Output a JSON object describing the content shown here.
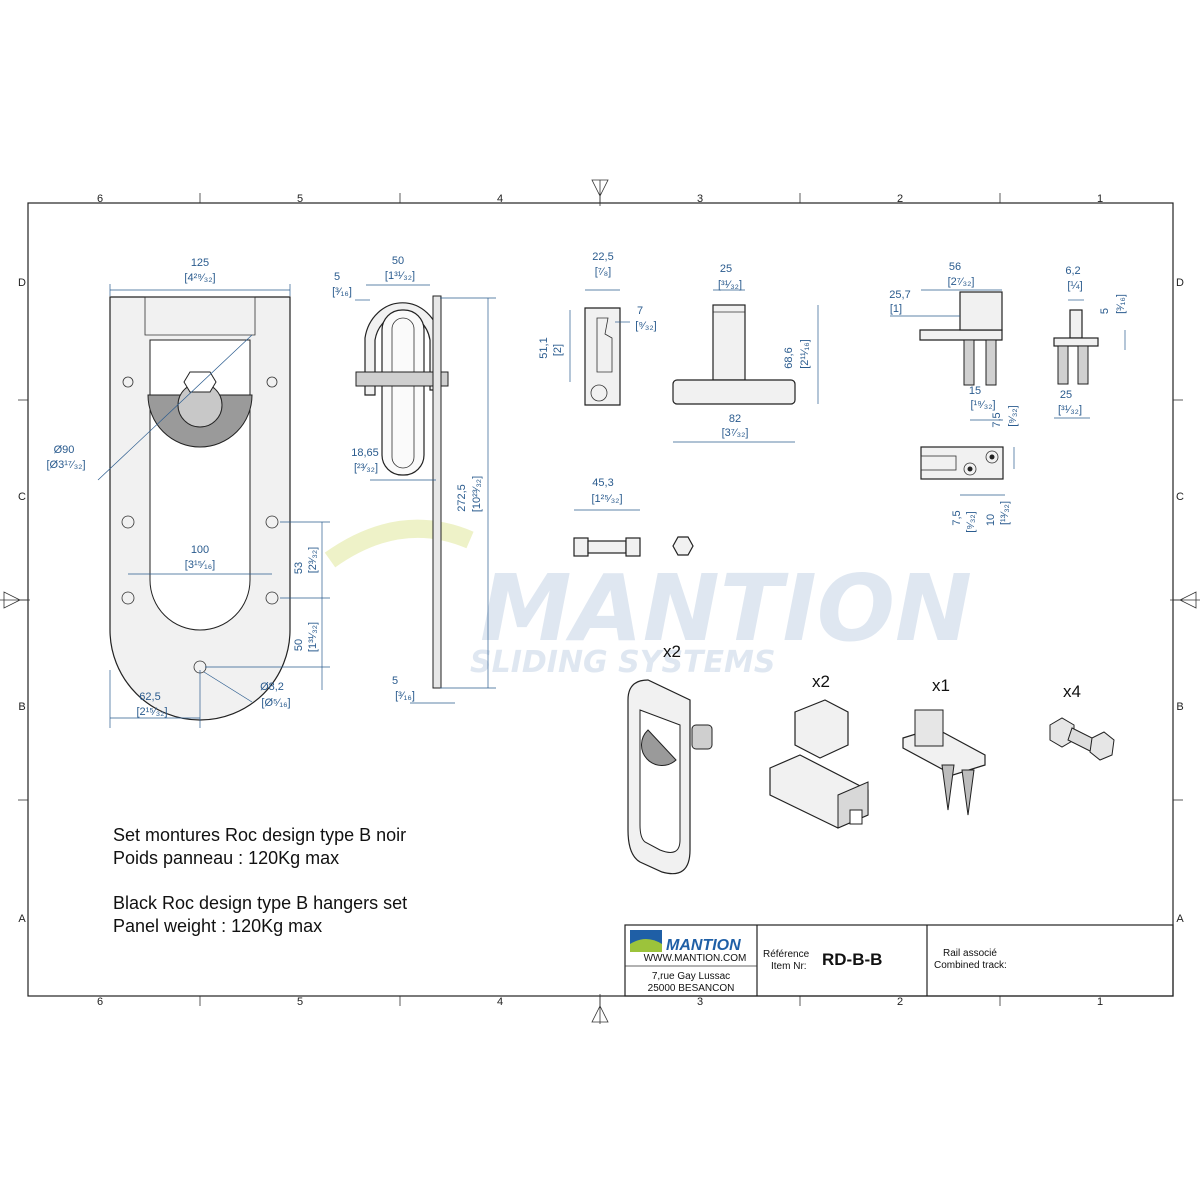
{
  "zones": {
    "columns": [
      "6",
      "5",
      "4",
      "3",
      "2",
      "1"
    ],
    "rows": [
      "D",
      "C",
      "B",
      "A"
    ]
  },
  "dims": {
    "w125": "125",
    "w125_in": "[4²⁹⁄₃₂]",
    "d90": "Ø90",
    "d90_in": "[Ø3¹⁷⁄₃₂]",
    "w100": "100",
    "w100_in": "[3¹⁵⁄₁₆]",
    "h53": "53",
    "h53_in": "[2³⁄₃₂]",
    "h50": "50",
    "h50_in": "[1³¹⁄₃₂]",
    "w62": "62,5",
    "w62_in": "[2¹⁵⁄₃₂]",
    "d82": "Ø8,2",
    "d82_in": "[Ø⁵⁄₁₆]",
    "s50": "50",
    "s50_in": "[1³¹⁄₃₂]",
    "s5": "5",
    "s5_in": "[³⁄₁₆]",
    "s1865": "18,65",
    "s1865_in": "[²³⁄₃₂]",
    "s2725": "272,5",
    "s2725_in": "[10²³⁄₃₂]",
    "s5b": "5",
    "s5b_in": "[³⁄₁₆]",
    "g225": "22,5",
    "g225_in": "[⁷⁄₈]",
    "g7": "7",
    "g7_in": "[⁹⁄₃₂]",
    "g511": "51,1",
    "g511_in": "[2]",
    "t25": "25",
    "t25_in": "[³¹⁄₃₂]",
    "t686": "68,6",
    "t686_in": "[2¹¹⁄₁₆]",
    "t82": "82",
    "t82_in": "[3⁷⁄₃₂]",
    "b453": "45,3",
    "b453_in": "[1²⁵⁄₃₂]",
    "p56": "56",
    "p56_in": "[2⁷⁄₃₂]",
    "p257": "25,7",
    "p257_in": "[1]",
    "p62": "6,2",
    "p62_in": "[¼]",
    "p5": "5",
    "p5_in": "[³⁄₁₆]",
    "p15": "15",
    "p15_in": "[¹⁹⁄₃₂]",
    "p75a": "7,5",
    "p75a_in": "[⁹⁄₃₂]",
    "p25": "25",
    "p25_in": "[³¹⁄₃₂]",
    "p75b": "7,5",
    "p75b_in": "[⁹⁄₃₂]",
    "p10": "10",
    "p10_in": "[¹³⁄₃₂]"
  },
  "quantities": {
    "hanger": "x2",
    "guide": "x2",
    "stop": "x1",
    "bolt": "x4"
  },
  "notes": {
    "fr_line1": "Set montures Roc design type B noir",
    "fr_line2": "Poids panneau : 120Kg max",
    "en_line1": "Black Roc design type B hangers set",
    "en_line2": "Panel weight : 120Kg max"
  },
  "watermark": {
    "brand": "MANTION",
    "tagline": "SLIDING SYSTEMS"
  },
  "title_block": {
    "logo": "MANTION",
    "website": "WWW.MANTION.COM",
    "address1": "7,rue Gay Lussac",
    "address2": "25000 BESANCON",
    "reference_fr": "Référence",
    "reference_en": "Item Nr:",
    "reference_value": "RD-B-B",
    "rail_fr": "Rail associé",
    "rail_en": "Combined track:"
  },
  "colors": {
    "dimension": "#2a5b8e",
    "logo_blue": "#1f5fa6",
    "logo_green": "#9cc33b"
  }
}
